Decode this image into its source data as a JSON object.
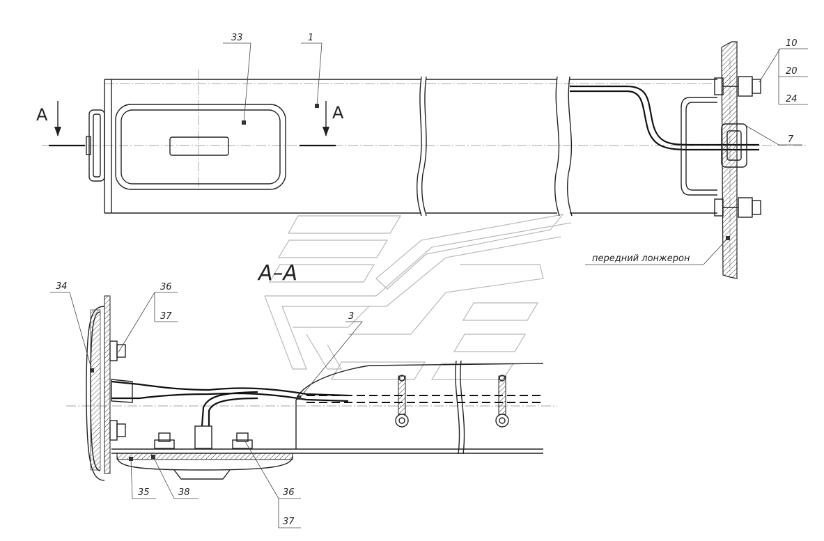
{
  "drawing": {
    "section_marker_left": "A",
    "section_marker_right": "A",
    "section_title": "A–A",
    "note_front_spar": "передний лонжерон",
    "callouts": {
      "c1": "1",
      "c3": "3",
      "c7": "7",
      "c10": "10",
      "c20": "20",
      "c24": "24",
      "c33": "33",
      "c34": "34",
      "c35": "35",
      "c36a": "36",
      "c37a": "37",
      "c36b": "36",
      "c37b": "37",
      "c38": "38"
    }
  }
}
